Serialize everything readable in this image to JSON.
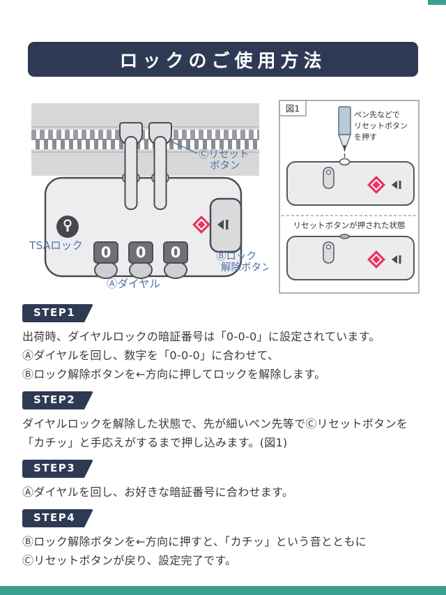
{
  "header": {
    "title": "ロックのご使用方法"
  },
  "diagram": {
    "reset_label": {
      "line1": "Ⓒリセット",
      "line2": "ボタン"
    },
    "tsa_label": "TSAロック",
    "release_label": {
      "line1": "Ⓑロック",
      "line2": "解除ボタン"
    },
    "dial_label": "Ⓐダイヤル",
    "dial_digits": [
      "0",
      "0",
      "0"
    ]
  },
  "figure1": {
    "tag": "図1",
    "pen_note": {
      "line1": "ペン先などで",
      "line2": "リセットボタン",
      "line3": "を押す"
    },
    "pressed_caption": "リセットボタンが押された状態"
  },
  "steps": [
    {
      "badge": "STEP1",
      "lines": [
        "出荷時、ダイヤルロックの暗証番号は「0-0-0」に設定されています。",
        "Ⓐダイヤルを回し、数字を「0-0-0」に合わせて、",
        "Ⓑロック解除ボタンを←方向に押してロックを解除します。"
      ]
    },
    {
      "badge": "STEP2",
      "lines": [
        "ダイヤルロックを解除した状態で、先が細いペン先等でⒸリセットボタンを",
        "「カチッ」と手応えがするまで押し込みます。(図1)"
      ]
    },
    {
      "badge": "STEP3",
      "lines": [
        "Ⓐダイヤルを回し、お好きな暗証番号に合わせます。"
      ]
    },
    {
      "badge": "STEP4",
      "lines": [
        "Ⓑロック解除ボタンを←方向に押すと、「カチッ」という音とともに",
        "Ⓒリセットボタンが戻り、設定完了です。"
      ]
    }
  ],
  "colors": {
    "navy": "#2e3a53",
    "label_blue": "#4e73a4",
    "teal": "#3ba092",
    "diamond_red": "#e73562"
  }
}
